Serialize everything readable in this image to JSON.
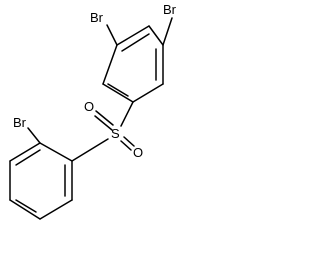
{
  "molecule": {
    "atoms": {
      "br_top_left": "Br",
      "br_top_right": "Br",
      "sulfur": "S",
      "oxygen_left": "O",
      "oxygen_right": "O",
      "br_bottom": "Br"
    },
    "colors": {
      "bond": "#000000",
      "label": "#000000",
      "background": "#ffffff"
    }
  }
}
